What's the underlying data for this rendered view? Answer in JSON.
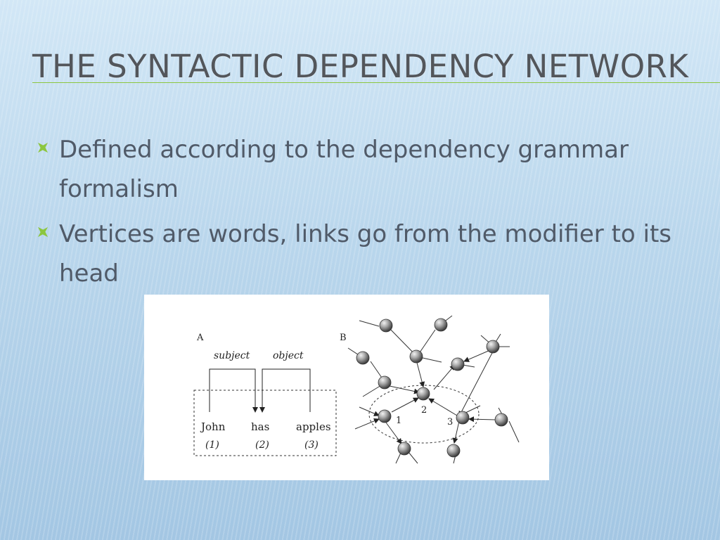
{
  "slide": {
    "title": "The syntactic dependency network",
    "bullets": [
      {
        "icon": "star-bullet-icon",
        "text": "Defined according to the dependency grammar formalism"
      },
      {
        "icon": "star-bullet-icon",
        "text": "Vertices are words, links go from the modifier to its head"
      }
    ]
  },
  "colors": {
    "title": "#53565b",
    "body_text": "#505a68",
    "accent": "#8cc63f",
    "background": "#b9d6ec"
  },
  "figure": {
    "panel_a": {
      "label": "A",
      "relations": [
        {
          "label": "subject",
          "from": "John",
          "to": "has"
        },
        {
          "label": "object",
          "from": "apples",
          "to": "has"
        }
      ],
      "words": [
        {
          "word": "John",
          "index": "(1)"
        },
        {
          "word": "has",
          "index": "(2)"
        },
        {
          "word": "apples",
          "index": "(3)"
        }
      ]
    },
    "panel_b": {
      "label": "B",
      "node_labels": [
        "1",
        "2",
        "3"
      ]
    }
  }
}
